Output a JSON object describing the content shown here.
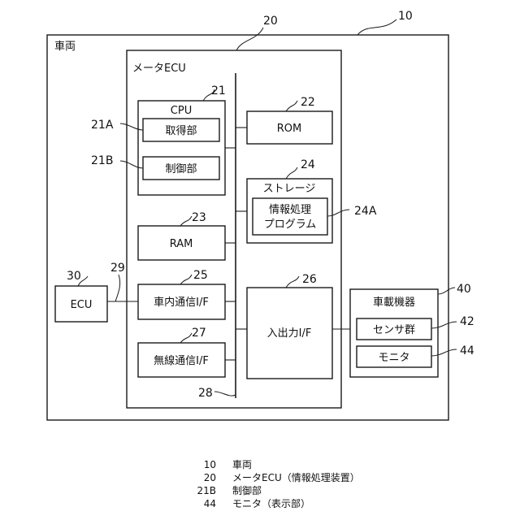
{
  "refs": {
    "vehicle": "10",
    "meter_ecu": "20",
    "cpu": "21",
    "acquisition": "21A",
    "control": "21B",
    "rom": "22",
    "ram": "23",
    "storage": "24",
    "program": "24A",
    "in_vehicle_if": "25",
    "io_if": "26",
    "wireless_if": "27",
    "bus": "28",
    "line_29": "29",
    "ecu": "30",
    "onboard_device": "40",
    "sensor_group": "42",
    "monitor": "44"
  },
  "labels": {
    "vehicle": "車両",
    "meter_ecu": "メータECU",
    "cpu": "CPU",
    "acquisition": "取得部",
    "control": "制御部",
    "rom": "ROM",
    "storage": "ストレージ",
    "program_line1": "情報処理",
    "program_line2": "プログラム",
    "ram": "RAM",
    "in_vehicle_if": "車内通信I/F",
    "wireless_if": "無線通信I/F",
    "io_if": "入出力I/F",
    "ecu": "ECU",
    "onboard_device": "車載機器",
    "sensor_group": "センサ群",
    "monitor": "モニタ"
  },
  "legend": [
    {
      "num": "10",
      "text": "車両"
    },
    {
      "num": "20",
      "text": "メータECU（情報処理装置）"
    },
    {
      "num": "21B",
      "text": "制御部"
    },
    {
      "num": "44",
      "text": "モニタ（表示部）"
    }
  ]
}
